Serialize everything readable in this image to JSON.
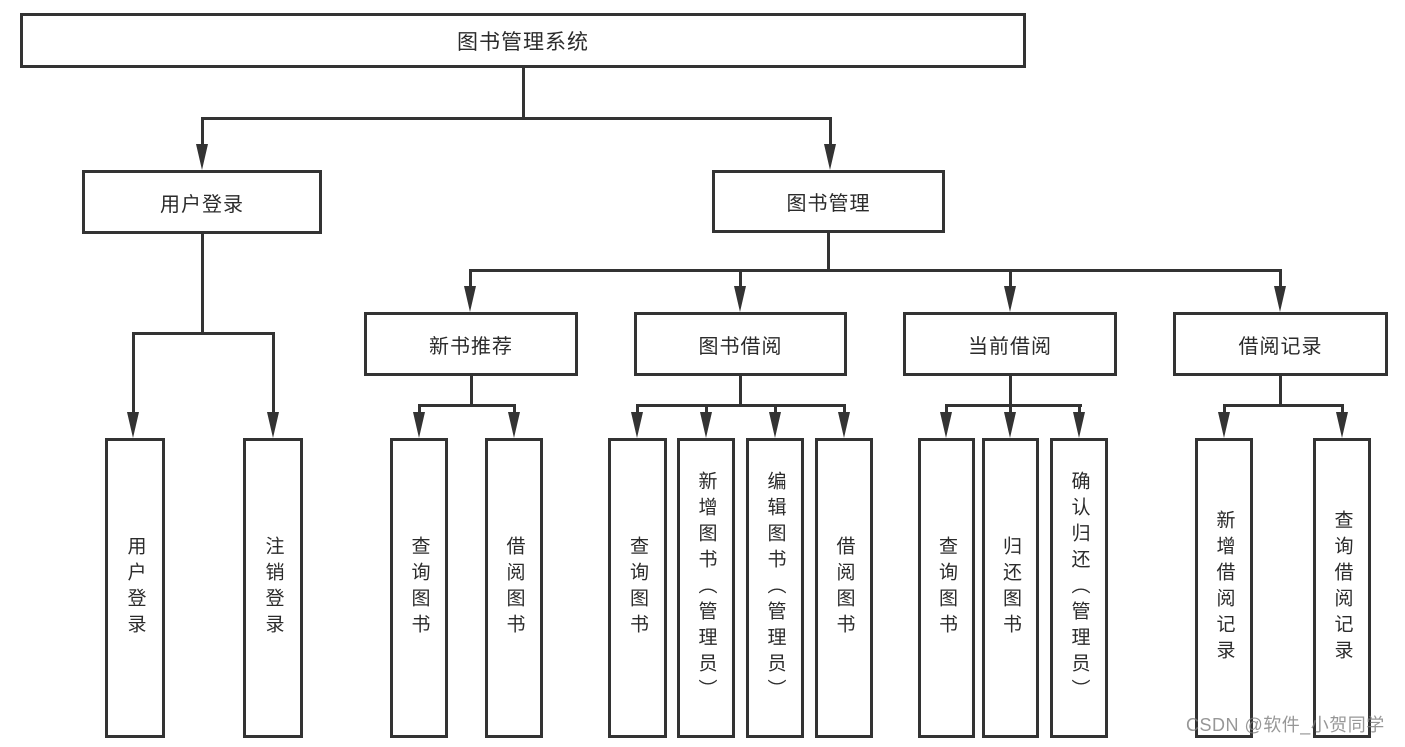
{
  "diagram_type": "hierarchy-tree",
  "tree": {
    "root": {
      "label": "图书管理系统",
      "children": [
        {
          "label": "用户登录",
          "children": [
            {
              "label": "用户登录"
            },
            {
              "label": "注销登录"
            }
          ]
        },
        {
          "label": "图书管理",
          "children": [
            {
              "label": "新书推荐",
              "children": [
                {
                  "label": "查询图书"
                },
                {
                  "label": "借阅图书"
                }
              ]
            },
            {
              "label": "图书借阅",
              "children": [
                {
                  "label": "查询图书"
                },
                {
                  "label": "新增图书（管理员）"
                },
                {
                  "label": "编辑图书（管理员）"
                },
                {
                  "label": "借阅图书"
                }
              ]
            },
            {
              "label": "当前借阅",
              "children": [
                {
                  "label": "查询图书"
                },
                {
                  "label": "归还图书"
                },
                {
                  "label": "确认归还（管理员）"
                }
              ]
            },
            {
              "label": "借阅记录",
              "children": [
                {
                  "label": "新增借阅记录"
                },
                {
                  "label": "查询借阅记录"
                }
              ]
            }
          ]
        }
      ]
    }
  },
  "watermark": "CSDN @软件_小贺同学",
  "colors": {
    "line": "#333333",
    "text": "#2b2b2b",
    "background": "#ffffff",
    "watermark": "#7d7d7d"
  }
}
